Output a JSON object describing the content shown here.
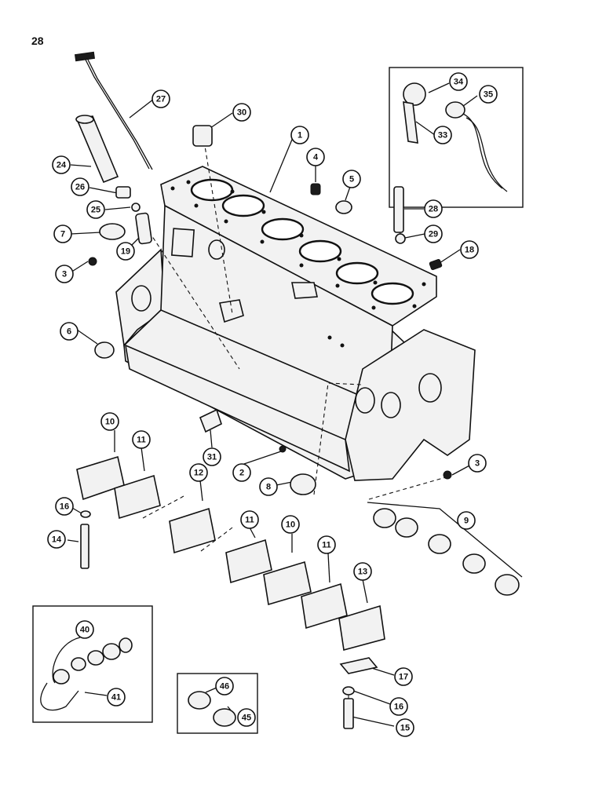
{
  "page": {
    "number": "28"
  },
  "callouts": [
    {
      "label": "1"
    },
    {
      "label": "2"
    },
    {
      "label": "3"
    },
    {
      "label": "3"
    },
    {
      "label": "4"
    },
    {
      "label": "5"
    },
    {
      "label": "6"
    },
    {
      "label": "7"
    },
    {
      "label": "8"
    },
    {
      "label": "9"
    },
    {
      "label": "10"
    },
    {
      "label": "10"
    },
    {
      "label": "11"
    },
    {
      "label": "11"
    },
    {
      "label": "11"
    },
    {
      "label": "12"
    },
    {
      "label": "13"
    },
    {
      "label": "14"
    },
    {
      "label": "15"
    },
    {
      "label": "16"
    },
    {
      "label": "16"
    },
    {
      "label": "17"
    },
    {
      "label": "18"
    },
    {
      "label": "19"
    },
    {
      "label": "24"
    },
    {
      "label": "25"
    },
    {
      "label": "26"
    },
    {
      "label": "27"
    },
    {
      "label": "28"
    },
    {
      "label": "29"
    },
    {
      "label": "30"
    },
    {
      "label": "31"
    },
    {
      "label": "33"
    },
    {
      "label": "34"
    },
    {
      "label": "35"
    },
    {
      "label": "40"
    },
    {
      "label": "41"
    },
    {
      "label": "45"
    },
    {
      "label": "46"
    }
  ]
}
